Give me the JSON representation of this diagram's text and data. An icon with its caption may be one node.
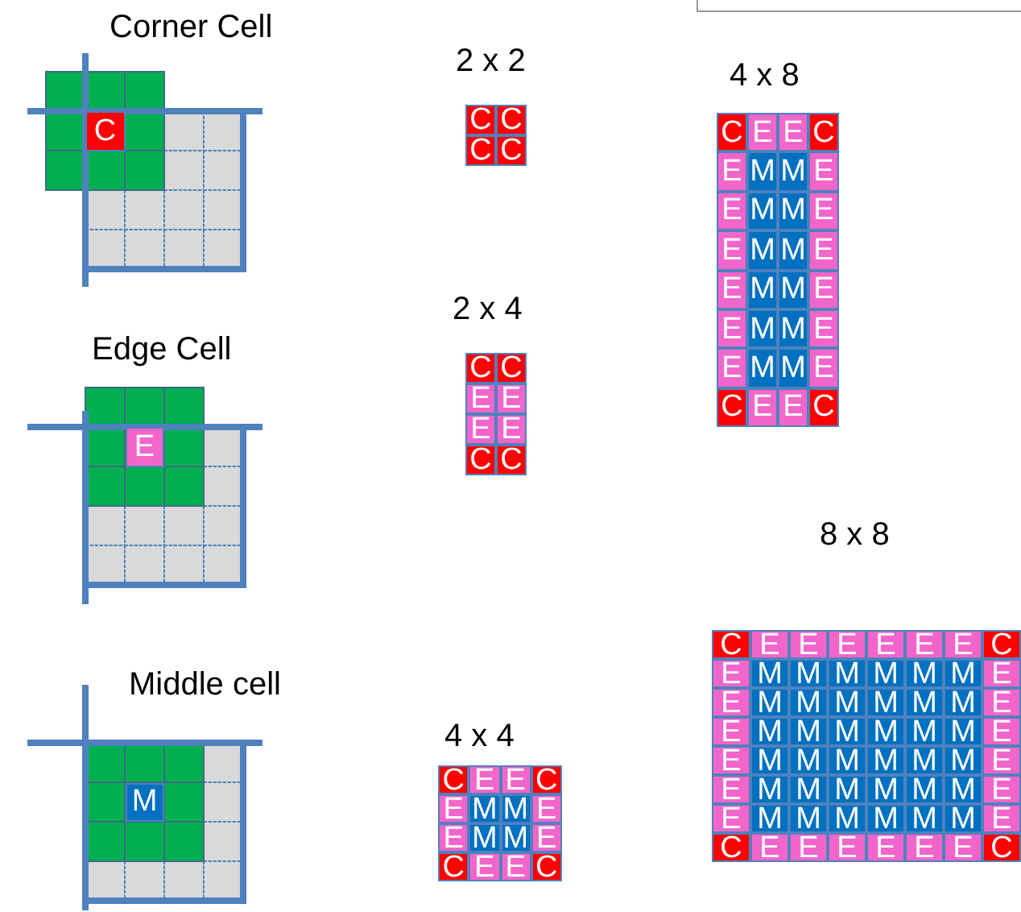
{
  "diagram": {
    "labels": [
      "Corner Cell",
      "C",
      "Edge Cell",
      "E",
      "Middle cell",
      "M",
      "2 x 2",
      "C",
      "C",
      "C",
      "C",
      "2 x 4",
      "C",
      "C",
      "E",
      "E",
      "E",
      "E",
      "C",
      "C",
      "4 x 4",
      "C",
      "E",
      "E",
      "C",
      "E",
      "M",
      "M",
      "E",
      "E",
      "M",
      "M",
      "E",
      "C",
      "E",
      "E",
      "C",
      "4 x 8",
      "C",
      "E",
      "E",
      "C",
      "E",
      "M",
      "M",
      "E",
      "E",
      "M",
      "M",
      "E",
      "E",
      "M",
      "M",
      "E",
      "E",
      "M",
      "M",
      "E",
      "E",
      "M",
      "M",
      "E",
      "E",
      "M",
      "M",
      "E",
      "C",
      "E",
      "E",
      "C",
      "8 x 8",
      "C",
      "E",
      "E",
      "E",
      "E",
      "E",
      "E",
      "C",
      "E",
      "M",
      "M",
      "M",
      "M",
      "M",
      "M",
      "E",
      "E",
      "M",
      "M",
      "M",
      "M",
      "M",
      "M",
      "E",
      "E",
      "M",
      "M",
      "M",
      "M",
      "M",
      "M",
      "E",
      "E",
      "M",
      "M",
      "M",
      "M",
      "M",
      "M",
      "E",
      "E",
      "M",
      "M",
      "M",
      "M",
      "M",
      "M",
      "E",
      "E",
      "M",
      "M",
      "M",
      "M",
      "M",
      "M",
      "E",
      "C",
      "E",
      "E",
      "E",
      "E",
      "E",
      "E",
      "C"
    ]
  }
}
